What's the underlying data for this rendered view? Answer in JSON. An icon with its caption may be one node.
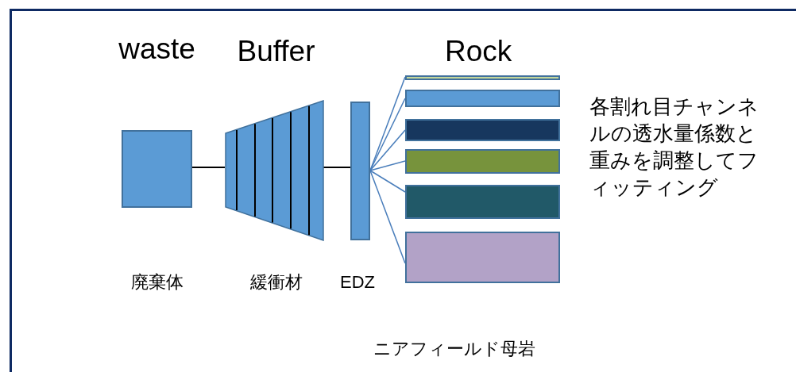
{
  "diagram": {
    "nodes": [
      {
        "text": [
          "waste",
          "廃棄体"
        ]
      },
      {
        "text": [
          "Buffer",
          "緩衝材"
        ]
      },
      {
        "text": [
          "EDZ"
        ]
      },
      {
        "text": [],
        "shape": "bar"
      },
      {
        "text": [],
        "shape": "bar"
      },
      {
        "text": [],
        "shape": "bar"
      },
      {
        "text": [],
        "shape": "bar"
      },
      {
        "text": [],
        "shape": "bar"
      },
      {
        "text": [],
        "shape": "bar"
      }
    ],
    "edges": [
      {
        "from": 0,
        "to": 1,
        "arrow": "none",
        "color": "#000000"
      },
      {
        "from": 1,
        "to": 2,
        "arrow": "none",
        "color": "#000000"
      },
      {
        "from": 2,
        "to": 3,
        "arrow": "none",
        "color": "#4a7ebb"
      },
      {
        "from": 2,
        "to": 4,
        "arrow": "none",
        "color": "#4a7ebb"
      },
      {
        "from": 2,
        "to": 5,
        "arrow": "none",
        "color": "#4a7ebb"
      },
      {
        "from": 2,
        "to": 6,
        "arrow": "none",
        "color": "#4a7ebb"
      },
      {
        "from": 2,
        "to": 7,
        "arrow": "none",
        "color": "#4a7ebb"
      },
      {
        "from": 2,
        "to": 8,
        "arrow": "none",
        "color": "#4a7ebb"
      }
    ],
    "labels": [
      "Rock",
      "各割れ目チャンネルの透水量係数と重みを調整してフィッティング",
      "ニアフィールド母岩"
    ]
  }
}
